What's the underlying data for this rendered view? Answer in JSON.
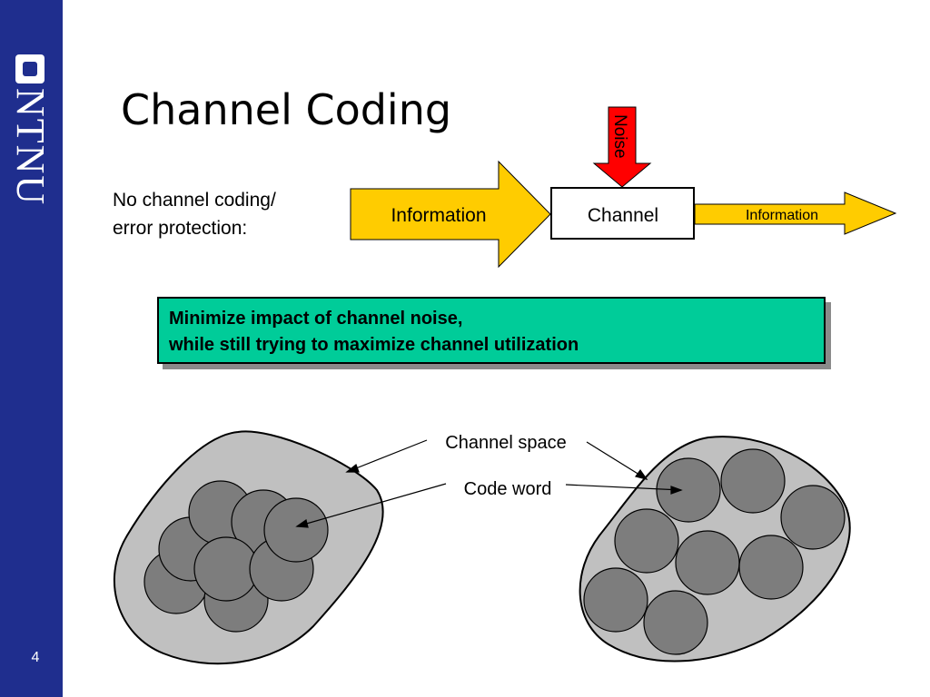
{
  "sidebar": {
    "logo_text": "NTNU",
    "page_number": "4",
    "color": "#1f2e8e"
  },
  "title": "Channel Coding",
  "no_coding_label": {
    "line1": "No channel coding/",
    "line2": "error protection:"
  },
  "flow": {
    "input_label": "Information",
    "channel_label": "Channel",
    "output_label": "Information",
    "noise_label": "Noise",
    "arrow_color": "#ffcc00",
    "noise_color": "#ff0000"
  },
  "goal": {
    "line1": "Minimize impact of channel noise,",
    "line2": "while still trying to maximize channel utilization",
    "color": "#00cc99"
  },
  "annotations": {
    "channel_space": "Channel space",
    "code_word": "Code word"
  }
}
